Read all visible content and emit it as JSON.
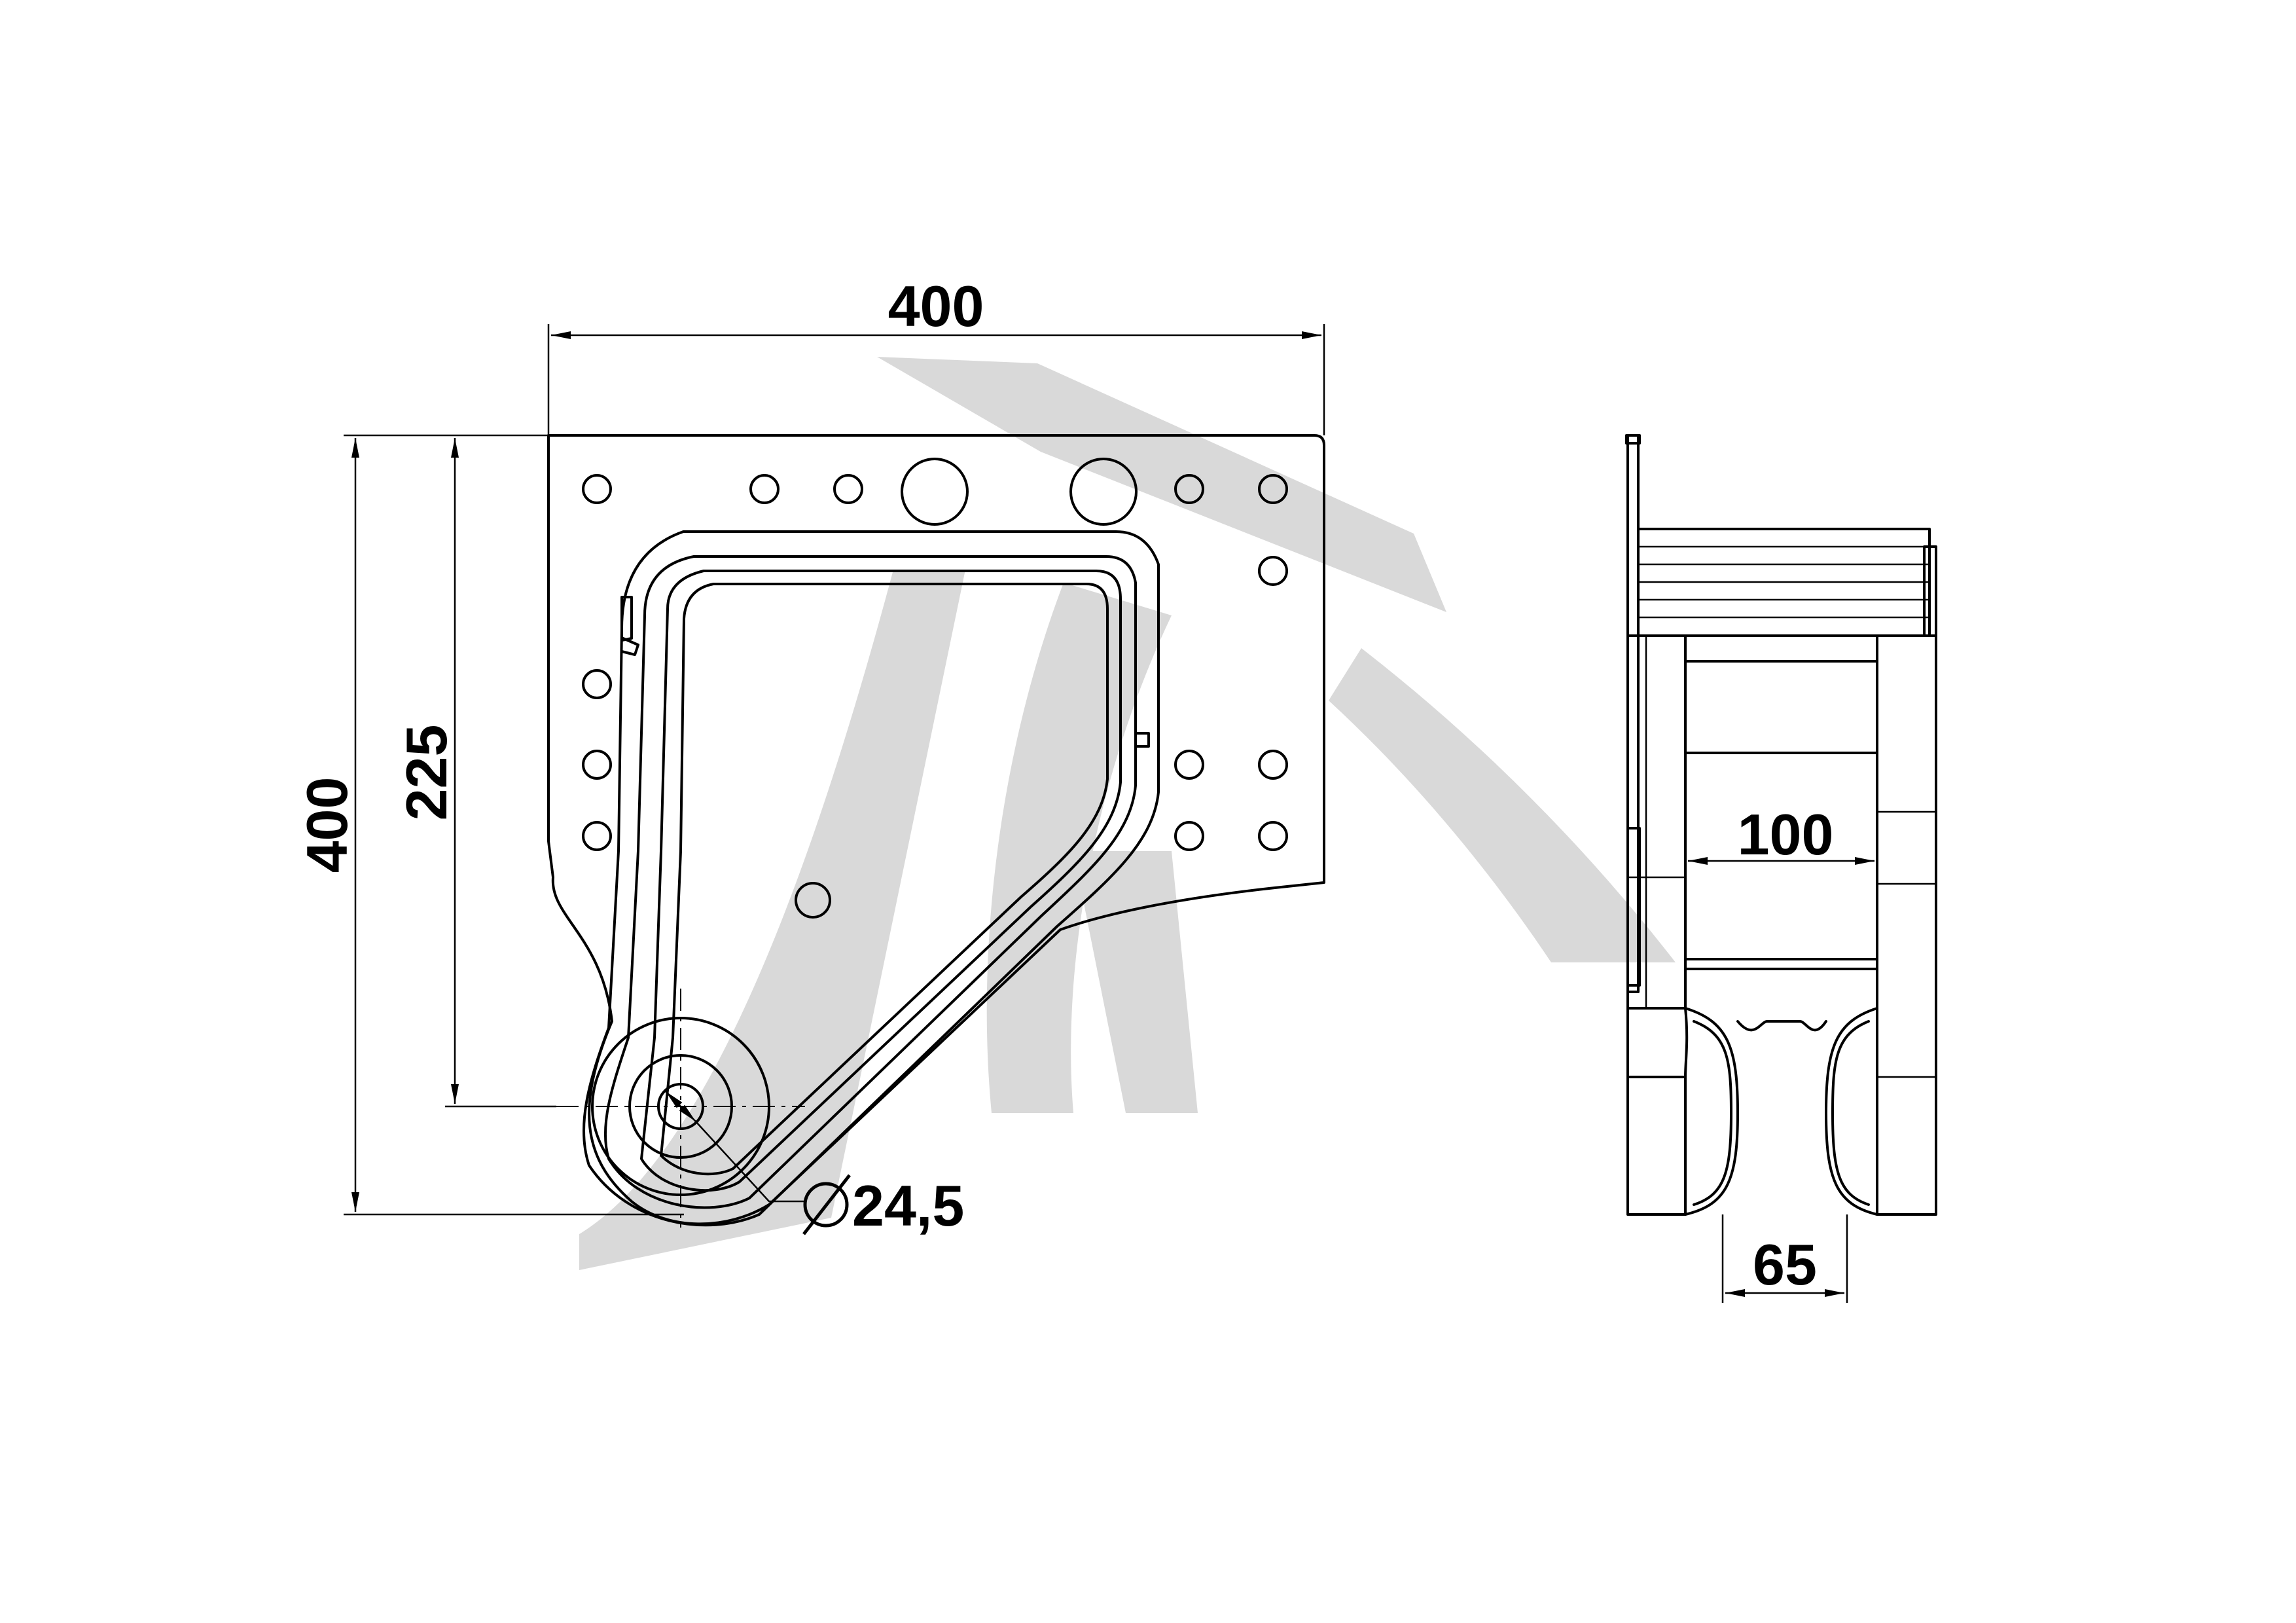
{
  "dimensions": {
    "front_width": "400",
    "front_height": "400",
    "pivot_height": "225",
    "pin_diameter": "24,5",
    "inner_width": "100",
    "wheel_gap": "65"
  },
  "symbols": {
    "diameter_icon": "diameter-symbol"
  },
  "watermark": {
    "description_icon": "company-logo-watermark",
    "color": "#d9d9d9"
  }
}
